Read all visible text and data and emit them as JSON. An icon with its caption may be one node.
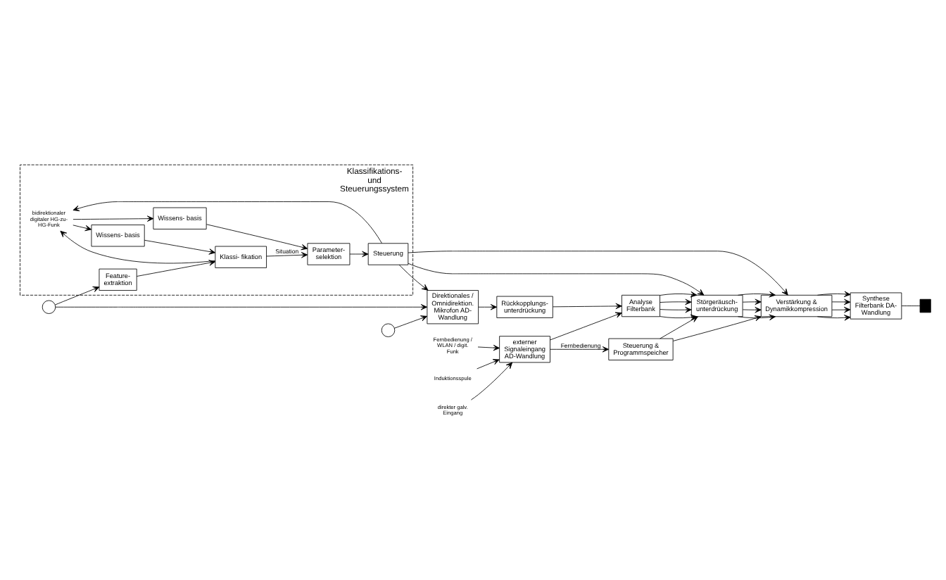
{
  "diagram": {
    "nodes": [
      {
        "text": [
          "Klassifikations- und Steuerungssystem"
        ]
      },
      {
        "text": [
          "bidirektionaler digitaler HG-zu-HG-Funk"
        ],
        "in": 0
      },
      {
        "text": [
          "Wissens- basis"
        ],
        "in": 0
      },
      {
        "text": [
          "Wissens- basis"
        ],
        "in": 0
      },
      {
        "text": [
          "Feature- extraktion"
        ],
        "in": 0
      },
      {
        "text": [
          "Klassi- fikation"
        ],
        "in": 0
      },
      {
        "text": [
          "Parameter- selektion"
        ],
        "in": 0
      },
      {
        "text": [
          "Steuerung"
        ],
        "in": 0
      },
      {
        "text": [],
        "shape": "microphone"
      },
      {
        "text": [],
        "shape": "microphone"
      },
      {
        "text": [
          "Direktionales / Omnidirektion. Mikrofon AD-Wandlung"
        ]
      },
      {
        "text": [
          "Rückkopplungs- unterdrückung"
        ]
      },
      {
        "text": [
          "Analyse Filterbank"
        ]
      },
      {
        "text": [
          "Störgeräusch- unterdrückung"
        ]
      },
      {
        "text": [
          "Verstärkung & Dynamikkompression"
        ]
      },
      {
        "text": [
          "Synthese Filterbank DA-Wandlung"
        ]
      },
      {
        "text": [],
        "shape": "loudspeaker"
      },
      {
        "text": [
          "Fernbedienung / WLAN / digit. Funk"
        ]
      },
      {
        "text": [
          "Induktionsspule"
        ]
      },
      {
        "text": [
          "direkter galv. Eingang"
        ]
      },
      {
        "text": [
          "externer Signaleingang AD-Wandlung"
        ]
      },
      {
        "text": [
          "Steuerung & Programmspeicher"
        ]
      }
    ],
    "edges": [
      {
        "from": 1,
        "to": 2,
        "arrow": "to"
      },
      {
        "from": 1,
        "to": 3,
        "arrow": "to"
      },
      {
        "from": 5,
        "to": 1,
        "arrow": "to"
      },
      {
        "from": 7,
        "to": 1,
        "arrow": "to"
      },
      {
        "from": 2,
        "to": 5,
        "arrow": "to"
      },
      {
        "from": 3,
        "to": 6,
        "arrow": "to"
      },
      {
        "from": 4,
        "to": 5,
        "arrow": "to"
      },
      {
        "from": 5,
        "to": 6,
        "arrow": "to",
        "label": "Situation"
      },
      {
        "from": 6,
        "to": 7,
        "arrow": "to"
      },
      {
        "from": 8,
        "to": 4,
        "arrow": "to"
      },
      {
        "from": 8,
        "to": 10,
        "arrow": "to"
      },
      {
        "from": 9,
        "to": 10,
        "arrow": "to"
      },
      {
        "from": 7,
        "to": 10,
        "arrow": "to"
      },
      {
        "from": 7,
        "to": 13,
        "arrow": "to"
      },
      {
        "from": 7,
        "to": 14,
        "arrow": "to"
      },
      {
        "from": 10,
        "to": 11,
        "arrow": "to"
      },
      {
        "from": 11,
        "to": 12,
        "arrow": "to"
      },
      {
        "from": 20,
        "to": 12,
        "arrow": "to"
      },
      {
        "from": 12,
        "to": 13,
        "arrow": "to"
      },
      {
        "from": 12,
        "to": 13,
        "arrow": "to"
      },
      {
        "from": 12,
        "to": 13,
        "arrow": "to"
      },
      {
        "from": 12,
        "to": 13,
        "arrow": "to"
      },
      {
        "from": 13,
        "to": 14,
        "arrow": "to"
      },
      {
        "from": 13,
        "to": 14,
        "arrow": "to"
      },
      {
        "from": 13,
        "to": 14,
        "arrow": "to"
      },
      {
        "from": 13,
        "to": 14,
        "arrow": "to"
      },
      {
        "from": 14,
        "to": 15,
        "arrow": "to"
      },
      {
        "from": 14,
        "to": 15,
        "arrow": "to"
      },
      {
        "from": 14,
        "to": 15,
        "arrow": "to"
      },
      {
        "from": 14,
        "to": 15,
        "arrow": "to"
      },
      {
        "from": 15,
        "to": 16,
        "arrow": "none"
      },
      {
        "from": 17,
        "to": 20,
        "arrow": "to"
      },
      {
        "from": 18,
        "to": 20,
        "arrow": "to"
      },
      {
        "from": 19,
        "to": 20,
        "arrow": "to"
      },
      {
        "from": 20,
        "to": 21,
        "arrow": "to",
        "label": "Fernbedienung"
      },
      {
        "from": 21,
        "to": 13,
        "arrow": "to"
      },
      {
        "from": 21,
        "to": 14,
        "arrow": "to"
      }
    ]
  }
}
